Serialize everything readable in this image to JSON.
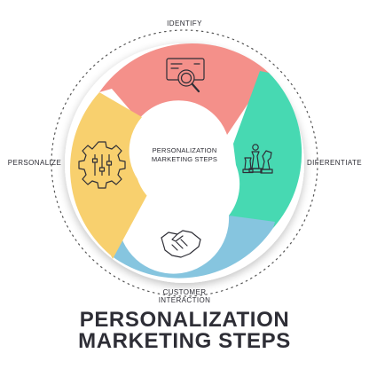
{
  "title": {
    "line1": "PERSONALIZATION",
    "line2": "MARKETING STEPS"
  },
  "center": {
    "line1": "PERSONALIZATION",
    "line2": "MARKETING STEPS"
  },
  "steps": [
    {
      "label": "IDENTIFY",
      "color": "#f4908a",
      "icon": "magnifier-document-icon"
    },
    {
      "label": "DIFERENTIATE",
      "color": "#47d9b2",
      "icon": "chess-pieces-icon"
    },
    {
      "label_line1": "CUSTOMER",
      "label_line2": "INTERACTION",
      "color": "#86c5df",
      "icon": "handshake-icon"
    },
    {
      "label": "PERSONALIZE",
      "color": "#f8d06e",
      "icon": "gear-sliders-icon"
    }
  ],
  "colors": {
    "text": "#2e2e36",
    "ring": "#ffffff",
    "dotted_circle": "#444444"
  }
}
